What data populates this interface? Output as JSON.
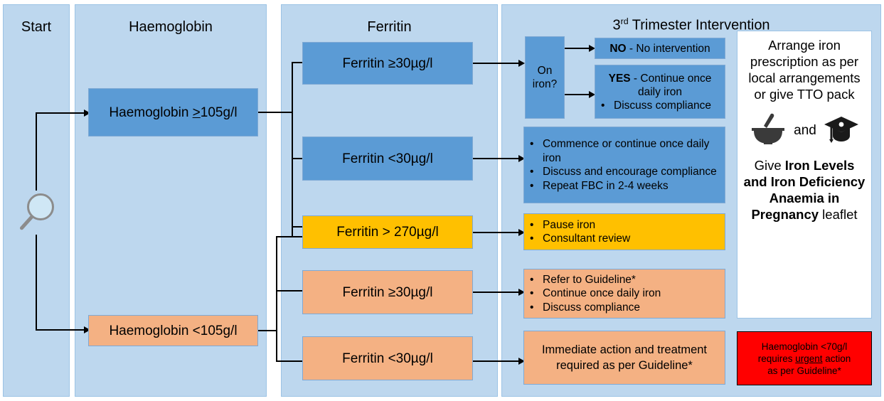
{
  "columns": [
    {
      "title": "Start"
    },
    {
      "title": "Haemoglobin"
    },
    {
      "title": "Ferritin"
    },
    {
      "title_prefix": "3",
      "title_sup": "rd",
      "title_rest": " Trimester Intervention"
    }
  ],
  "start": {
    "magnifier_icon": "magnifying-glass-icon"
  },
  "haemoglobin": {
    "high": {
      "label_prefix": "Haemoglobin ",
      "label_op": ">",
      "label_suffix": "105g/l",
      "color": "#5b9bd5"
    },
    "low": {
      "label": "Haemoglobin <105g/l",
      "color": "#f4b183"
    }
  },
  "ferritin": {
    "high_normal": {
      "label": "Ferritin ≥30µg/l",
      "color": "#5b9bd5"
    },
    "high_low": {
      "label": "Ferritin <30µg/l",
      "color": "#5b9bd5"
    },
    "overload": {
      "label": "Ferritin > 270µg/l",
      "color": "#ffc000"
    },
    "low_normal": {
      "label": "Ferritin ≥30µg/l",
      "color": "#f4b183"
    },
    "low_low": {
      "label": "Ferritin <30µg/l",
      "color": "#f4b183"
    }
  },
  "intervention": {
    "on_iron": {
      "line1": "On",
      "line2": "iron?",
      "color": "#5b9bd5"
    },
    "no_box": {
      "bold": "NO",
      "rest": " - No intervention",
      "color": "#5b9bd5"
    },
    "yes_box": {
      "bold": "YES",
      "rest": " - Continue once daily iron",
      "bullets": [
        "Discuss compliance"
      ],
      "color": "#5b9bd5"
    },
    "commence_box": {
      "bullets": [
        "Commence or continue once daily iron",
        "Discuss and encourage compliance",
        "Repeat FBC in 2-4 weeks"
      ],
      "color": "#5b9bd5"
    },
    "pause_box": {
      "bullets": [
        "Pause iron",
        "Consultant review"
      ],
      "color": "#ffc000"
    },
    "refer_box": {
      "bullets": [
        "Refer to Guideline*",
        "Continue once daily iron",
        "Discuss compliance"
      ],
      "color": "#f4b183"
    },
    "immediate_box": {
      "text": "Immediate action and treatment required as per Guideline*",
      "color": "#f4b183"
    }
  },
  "sidebar": {
    "prescription": {
      "text": "Arrange iron prescription as per local arrangements or give TTO pack",
      "mortar_icon": "mortar-and-pestle-icon",
      "and_label": "and",
      "cap_icon": "graduation-cap-icon",
      "leaflet_prefix": "Give ",
      "leaflet_bold": "Iron Levels and Iron Deficiency Anaemia in Pregnancy",
      "leaflet_suffix": " leaflet",
      "color": "#ffffff"
    },
    "urgent_warning": {
      "line1": "Haemoglobin <70g/l",
      "line2_pre": "requires ",
      "line2_underline": "urgent",
      "line2_post": " action",
      "line3": "as per Guideline*",
      "color": "#ff0000"
    }
  }
}
